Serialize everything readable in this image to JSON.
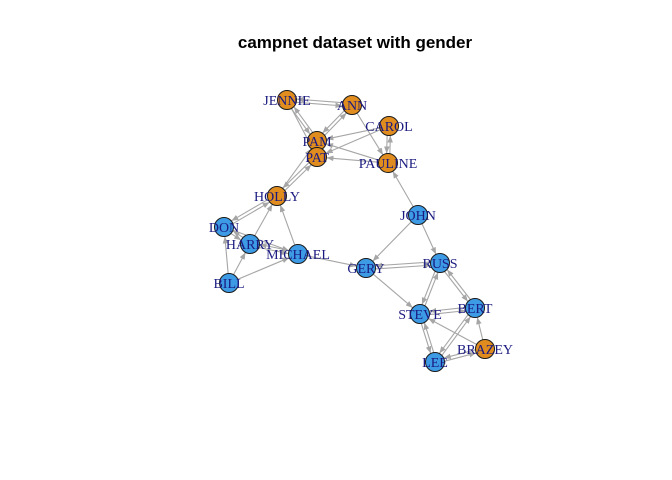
{
  "title": "campnet dataset with gender",
  "colors": {
    "female": "#e08c1e",
    "male": "#3d9be6",
    "label": "#1a1a80",
    "edge": "#a6a6a6",
    "node_border": "#1a1a1a"
  },
  "nodes": [
    {
      "id": "JENNIE",
      "gender": "female"
    },
    {
      "id": "ANN",
      "gender": "female"
    },
    {
      "id": "CAROL",
      "gender": "female"
    },
    {
      "id": "PAM",
      "gender": "female"
    },
    {
      "id": "PAT",
      "gender": "female"
    },
    {
      "id": "PAULINE",
      "gender": "female"
    },
    {
      "id": "HOLLY",
      "gender": "female"
    },
    {
      "id": "JOHN",
      "gender": "male"
    },
    {
      "id": "DON",
      "gender": "male"
    },
    {
      "id": "HARRY",
      "gender": "male"
    },
    {
      "id": "MICHAEL",
      "gender": "male"
    },
    {
      "id": "BILL",
      "gender": "male"
    },
    {
      "id": "GERY",
      "gender": "male"
    },
    {
      "id": "RUSS",
      "gender": "male"
    },
    {
      "id": "BERT",
      "gender": "male"
    },
    {
      "id": "STEVE",
      "gender": "male"
    },
    {
      "id": "BRAZEY",
      "gender": "female"
    },
    {
      "id": "LEE",
      "gender": "male"
    }
  ],
  "edges": [
    [
      "JENNIE",
      "ANN"
    ],
    [
      "ANN",
      "JENNIE"
    ],
    [
      "JENNIE",
      "PAM"
    ],
    [
      "PAM",
      "JENNIE"
    ],
    [
      "JENNIE",
      "PAT"
    ],
    [
      "ANN",
      "PAM"
    ],
    [
      "PAM",
      "ANN"
    ],
    [
      "ANN",
      "PAULINE"
    ],
    [
      "CAROL",
      "PAM"
    ],
    [
      "CAROL",
      "PAT"
    ],
    [
      "CAROL",
      "PAULINE"
    ],
    [
      "PAULINE",
      "CAROL"
    ],
    [
      "PAULINE",
      "PAM"
    ],
    [
      "PAULINE",
      "PAT"
    ],
    [
      "PAM",
      "PAT"
    ],
    [
      "PAT",
      "PAM"
    ],
    [
      "PAT",
      "HOLLY"
    ],
    [
      "HOLLY",
      "PAT"
    ],
    [
      "HOLLY",
      "PAM"
    ],
    [
      "JOHN",
      "PAULINE"
    ],
    [
      "JOHN",
      "GERY"
    ],
    [
      "JOHN",
      "RUSS"
    ],
    [
      "DON",
      "HOLLY"
    ],
    [
      "HOLLY",
      "DON"
    ],
    [
      "DON",
      "HARRY"
    ],
    [
      "HARRY",
      "DON"
    ],
    [
      "DON",
      "MICHAEL"
    ],
    [
      "HARRY",
      "HOLLY"
    ],
    [
      "HARRY",
      "MICHAEL"
    ],
    [
      "MICHAEL",
      "HARRY"
    ],
    [
      "MICHAEL",
      "HOLLY"
    ],
    [
      "BILL",
      "DON"
    ],
    [
      "BILL",
      "HARRY"
    ],
    [
      "BILL",
      "MICHAEL"
    ],
    [
      "MICHAEL",
      "GERY"
    ],
    [
      "GERY",
      "RUSS"
    ],
    [
      "RUSS",
      "GERY"
    ],
    [
      "GERY",
      "STEVE"
    ],
    [
      "RUSS",
      "STEVE"
    ],
    [
      "STEVE",
      "RUSS"
    ],
    [
      "RUSS",
      "BERT"
    ],
    [
      "BERT",
      "RUSS"
    ],
    [
      "BERT",
      "STEVE"
    ],
    [
      "STEVE",
      "BERT"
    ],
    [
      "STEVE",
      "LEE"
    ],
    [
      "LEE",
      "STEVE"
    ],
    [
      "LEE",
      "BERT"
    ],
    [
      "BERT",
      "LEE"
    ],
    [
      "BRAZEY",
      "LEE"
    ],
    [
      "LEE",
      "BRAZEY"
    ],
    [
      "BRAZEY",
      "BERT"
    ],
    [
      "BRAZEY",
      "STEVE"
    ]
  ]
}
